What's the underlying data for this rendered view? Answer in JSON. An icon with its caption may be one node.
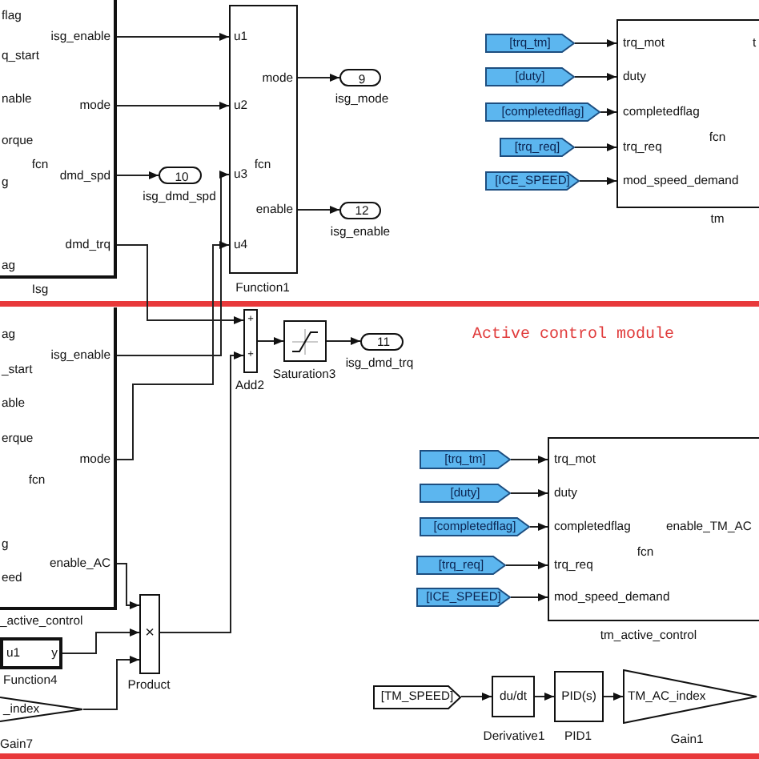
{
  "diagram": {
    "nodes": [
      {
        "text": [
          "flag",
          "q_start",
          "nable",
          "orque",
          "fcn",
          "g",
          "ag",
          "isg_enable",
          "mode",
          "dmd_spd",
          "dmd_trq"
        ],
        "beside": [
          "Isg"
        ]
      },
      {
        "text": [
          "u1",
          "u2",
          "u3",
          "u4",
          "fcn",
          "mode",
          "enable"
        ],
        "beside": [
          "Function1"
        ]
      },
      {
        "text": [
          "10"
        ],
        "beside": [
          "isg_dmd_spd"
        ]
      },
      {
        "text": [
          "9"
        ],
        "beside": [
          "isg_mode"
        ]
      },
      {
        "text": [
          "12"
        ],
        "beside": [
          "isg_enable"
        ]
      },
      {
        "text": [
          "[trq_tm]"
        ]
      },
      {
        "text": [
          "[duty]"
        ]
      },
      {
        "text": [
          "[completedflag]"
        ]
      },
      {
        "text": [
          "[trq_req]"
        ]
      },
      {
        "text": [
          "[ICE_SPEED]"
        ]
      },
      {
        "text": [
          "trq_mot",
          "duty",
          "completedflag",
          "trq_req",
          "mod_speed_demand",
          "fcn",
          "t"
        ],
        "beside": [
          "tm"
        ]
      },
      {
        "text": [
          "ag",
          "_start",
          "able",
          "erque",
          "fcn",
          "g",
          "eed",
          "isg_enable",
          "mode",
          "enable_AC"
        ],
        "beside": [
          "_active_control"
        ]
      },
      {
        "text": [
          "+",
          "+"
        ],
        "beside": [
          "Add2"
        ]
      },
      {
        "text": [],
        "shape": "box",
        "beside": [
          "Saturation3"
        ]
      },
      {
        "text": [
          "11"
        ],
        "beside": [
          "isg_dmd_trq"
        ]
      },
      {
        "text": [
          "u1",
          "y"
        ],
        "beside": [
          "Function4"
        ]
      },
      {
        "text": [
          "×"
        ],
        "beside": [
          "Product"
        ]
      },
      {
        "text": [
          "_index"
        ],
        "beside": [
          "Gain7"
        ]
      },
      {
        "text": [
          "[trq_tm]"
        ]
      },
      {
        "text": [
          "[duty]"
        ]
      },
      {
        "text": [
          "[completedflag]"
        ]
      },
      {
        "text": [
          "[trq_req]"
        ]
      },
      {
        "text": [
          "[ICE_SPEED]"
        ]
      },
      {
        "text": [
          "trq_mot",
          "duty",
          "completedflag",
          "trq_req",
          "mod_speed_demand",
          "enable_TM_AC",
          "fcn"
        ],
        "beside": [
          "tm_active_control"
        ]
      },
      {
        "text": [
          "[TM_SPEED]"
        ]
      },
      {
        "text": [
          "du/dt"
        ],
        "beside": [
          "Derivative1"
        ]
      },
      {
        "text": [
          "PID(s)"
        ],
        "beside": [
          "PID1"
        ]
      },
      {
        "text": [
          "TM_AC_index"
        ],
        "beside": [
          "Gain1"
        ]
      }
    ],
    "edges": [
      {
        "from": 0,
        "to": 1,
        "arrow": "to"
      },
      {
        "from": 0,
        "to": 1,
        "arrow": "to"
      },
      {
        "from": 0,
        "to": 2,
        "arrow": "to"
      },
      {
        "from": 1,
        "to": 3,
        "arrow": "to"
      },
      {
        "from": 1,
        "to": 4,
        "arrow": "to"
      },
      {
        "from": 0,
        "to": 12,
        "arrow": "to"
      },
      {
        "from": 5,
        "to": 10,
        "arrow": "to"
      },
      {
        "from": 6,
        "to": 10,
        "arrow": "to"
      },
      {
        "from": 7,
        "to": 10,
        "arrow": "to"
      },
      {
        "from": 8,
        "to": 10,
        "arrow": "to"
      },
      {
        "from": 9,
        "to": 10,
        "arrow": "to"
      },
      {
        "from": 11,
        "to": 1,
        "arrow": "to"
      },
      {
        "from": 11,
        "to": 1,
        "arrow": "to"
      },
      {
        "from": 12,
        "to": 13,
        "arrow": "to"
      },
      {
        "from": 13,
        "to": 14,
        "arrow": "to"
      },
      {
        "from": 11,
        "to": 16,
        "arrow": "to"
      },
      {
        "from": 15,
        "to": 16,
        "arrow": "to"
      },
      {
        "from": 17,
        "to": 16,
        "arrow": "to"
      },
      {
        "from": 16,
        "to": 12,
        "arrow": "to"
      },
      {
        "from": 18,
        "to": 23,
        "arrow": "to"
      },
      {
        "from": 19,
        "to": 23,
        "arrow": "to"
      },
      {
        "from": 20,
        "to": 23,
        "arrow": "to"
      },
      {
        "from": 21,
        "to": 23,
        "arrow": "to"
      },
      {
        "from": 22,
        "to": 23,
        "arrow": "to"
      },
      {
        "from": 24,
        "to": 25,
        "arrow": "to"
      },
      {
        "from": 25,
        "to": 26,
        "arrow": "to"
      },
      {
        "from": 26,
        "to": 27,
        "arrow": "to"
      }
    ],
    "labels": [
      "Active control module"
    ]
  }
}
